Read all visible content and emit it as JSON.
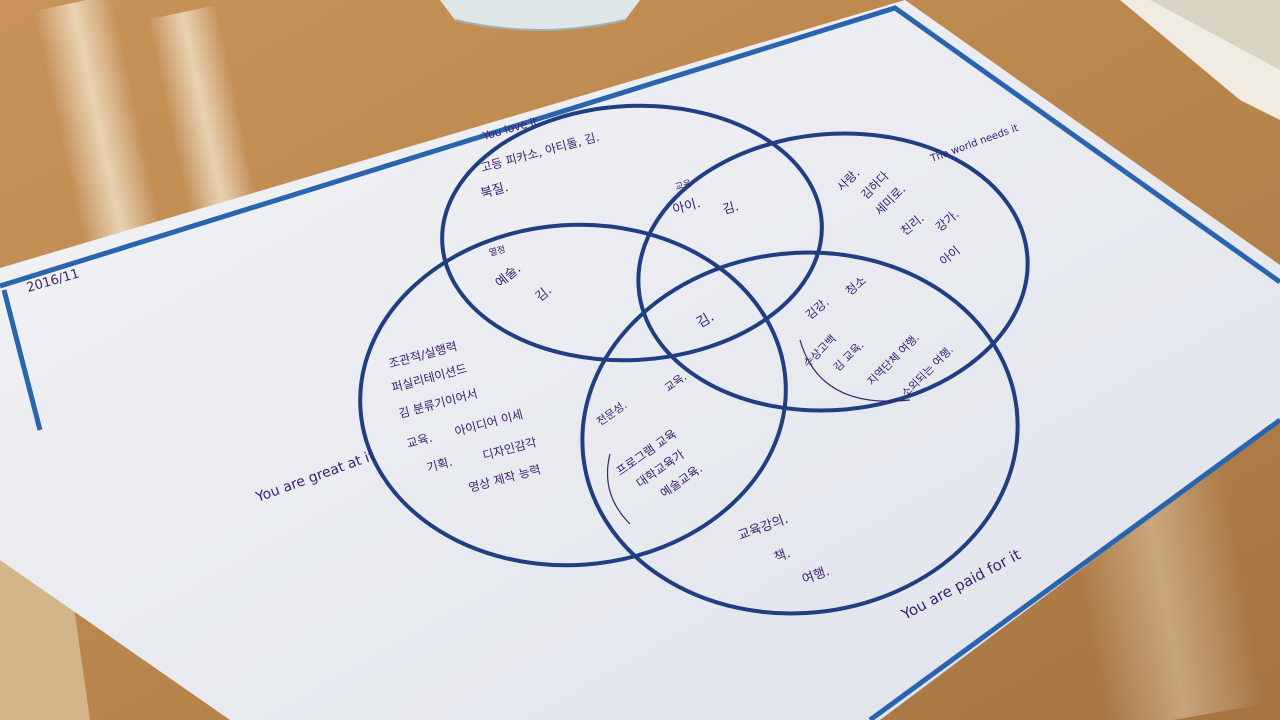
{
  "photo": {
    "subject": "Venn diagram worksheet on a wooden desk",
    "date_note": "2016/11"
  },
  "diagram": {
    "circle_top_left_caption": "You love it",
    "circle_top_right_caption": "The world needs it",
    "circle_bottom_left_caption": "You are great at it",
    "circle_bottom_right_caption": "You are paid for it",
    "handwriting": {
      "love_items": [
        "고등 피카소, 아티돌, 김.",
        "북질."
      ],
      "love_world_overlap": [
        "교육",
        "아이.",
        "김."
      ],
      "love_great_overlap": [
        "열정",
        "예술.",
        "김."
      ],
      "center": "김.",
      "world_items": [
        "사랑.",
        "김하다",
        "세미로.",
        "친리.",
        "강가.",
        "아이"
      ],
      "world_paid_overlap": [
        "김강.",
        "청소",
        "수상고백",
        "김 교육.",
        "지역단체 여행.",
        "소외되는 여행."
      ],
      "great_items": [
        "조관적/실행력",
        "퍼실리테이션드",
        "김 분류기이어서",
        "교육.",
        "아이디어 이세",
        "기획.",
        "디자인감각",
        "영상 제작 능력"
      ],
      "great_paid_overlap": [
        "전문성.",
        "교육.",
        "프로그램 교육",
        "대학교육가",
        "예술교육."
      ],
      "paid_items": [
        "교육강의.",
        "책.",
        "여행."
      ]
    }
  },
  "colors": {
    "desk": "#b9864d",
    "paper": "#e9ebf0",
    "frame_blue": "#2a64ad",
    "circle_navy": "#1f3f82",
    "ink_purple": "#3c2072"
  }
}
